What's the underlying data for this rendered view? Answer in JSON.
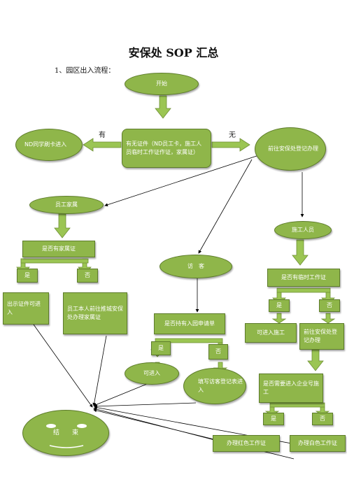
{
  "title": "安保处 SOP 汇总",
  "subtitle": "1、园区出入流程：",
  "nodes": {
    "start": "开始",
    "check_id": "有无证件（ND员工卡，施工人员临时工作证作证，家属证）",
    "nd_card": "ND同学刷卡进入",
    "security_register": "前往安保处登记办理",
    "employee_family": "员工家属",
    "has_family_card": "是否有家属证",
    "yes_a": "是",
    "no_a": "否",
    "show_id": "出示证件可进入",
    "employee_go": "员工本人前往推城安保处办理家属证",
    "visitor": "访　客",
    "has_appointment": "是否持有入园申请单",
    "yes_b": "是",
    "no_b": "否",
    "can_enter": "可进入",
    "fill_visitor": "填写访客登记表进入",
    "construction": "施工人员",
    "has_temp_card": "是否有临时工作证",
    "yes_c": "是",
    "no_c": "否",
    "enter_work": "可进入施工",
    "security_register2": "前往安保处登记办理",
    "need_enterprise": "是否需要进入企业号施工",
    "yes_d": "是",
    "no_d": "否",
    "red_card": "办理红色工作证",
    "white_card": "办理白色工作证",
    "end": "结　　束"
  },
  "edge_labels": {
    "has": "有",
    "none": "无"
  },
  "colors": {
    "node_fill": "#8fb64a",
    "node_border": "#5d7c2a",
    "arrow_fill": "#9bc553"
  }
}
